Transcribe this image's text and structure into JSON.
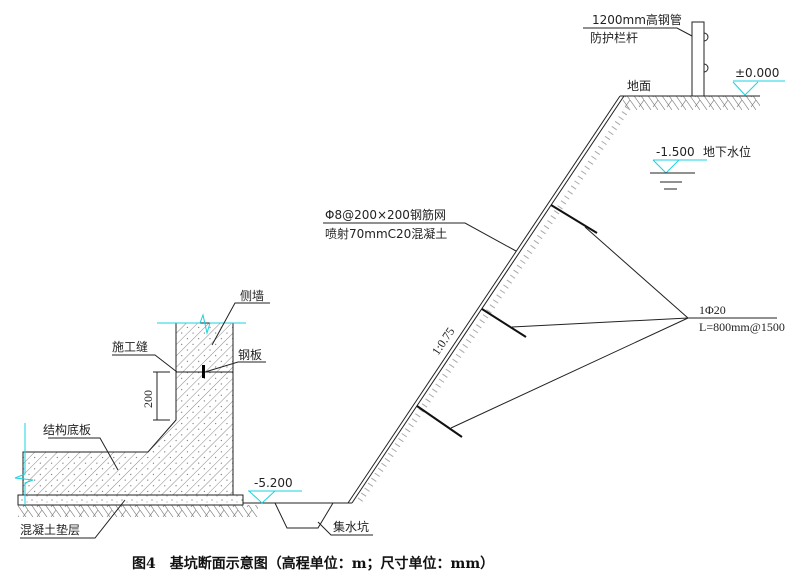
{
  "labels": {
    "railing_line1": "1200mm高钢管",
    "railing_line2": "防护栏杆",
    "ground": "地面",
    "ground_elevation": "±0.000",
    "groundwater_elevation": "-1.500",
    "groundwater_label": "地下水位",
    "mesh_line1": "Φ8@200×200钢筋网",
    "mesh_line2": "喷射70mmC20混凝土",
    "slope_ratio": "1:0.75",
    "anchor_line1": "1Φ20",
    "anchor_line2": "L=800mm@1500",
    "side_wall": "侧墙",
    "construction_joint": "施工缝",
    "steel_plate": "钢板",
    "dimension_200": "200",
    "base_slab": "结构底板",
    "cushion": "混凝土垫层",
    "bottom_elevation": "-5.200",
    "sump": "集水坑"
  },
  "caption": "图4　基坑断面示意图（高程单位：m；尺寸单位：mm）",
  "colors": {
    "elevation_marker": "#19d3df",
    "line": "#222222"
  }
}
